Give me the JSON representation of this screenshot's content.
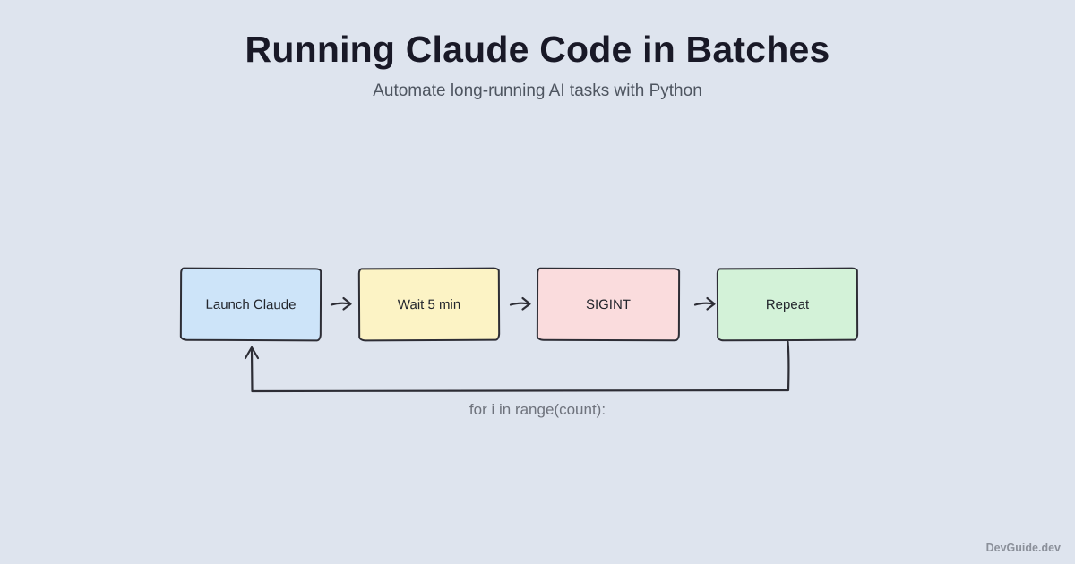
{
  "header": {
    "title": "Running Claude Code in Batches",
    "subtitle": "Automate long-running AI tasks with Python"
  },
  "flow": {
    "steps": [
      {
        "label": "Launch Claude",
        "fill": "#cde4f9"
      },
      {
        "label": "Wait 5 min",
        "fill": "#fcf3c5"
      },
      {
        "label": "SIGINT",
        "fill": "#fadcdd"
      },
      {
        "label": "Repeat",
        "fill": "#d3f2d8"
      }
    ],
    "loop_label": "for i in range(count):"
  },
  "footer": {
    "watermark": "DevGuide.dev"
  },
  "colors": {
    "background": "#dee4ee",
    "stroke": "#2d2d35",
    "title": "#191927",
    "subtitle": "#4e5560",
    "loop_label": "#6e727c",
    "watermark": "#8b909a"
  }
}
